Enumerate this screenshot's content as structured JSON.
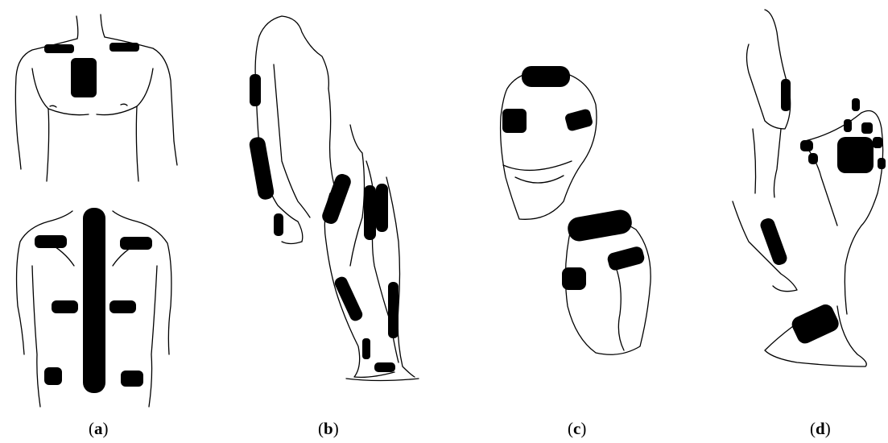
{
  "figure": {
    "panels": [
      {
        "id": "a",
        "caption": "a",
        "region": "torso-front-and-back"
      },
      {
        "id": "b",
        "region": "arm-and-legs"
      },
      {
        "id": "c",
        "caption": "c",
        "region": "head"
      },
      {
        "id": "d",
        "caption": "d",
        "region": "hands-and-foot"
      }
    ],
    "captions": {
      "a": "a",
      "b": "b",
      "c": "c",
      "d": "d"
    },
    "colors": {
      "pad": "#000000",
      "line": "#000000",
      "background": "#ffffff"
    }
  }
}
